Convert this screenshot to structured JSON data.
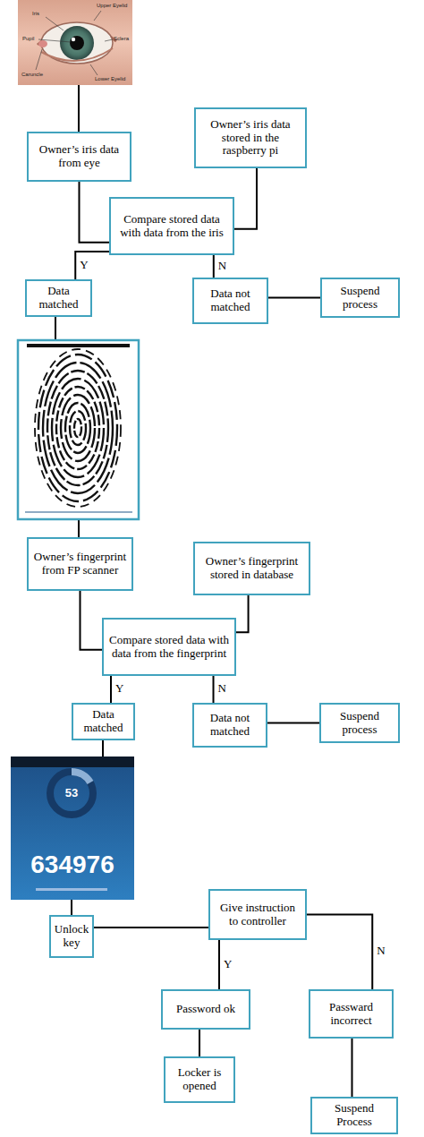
{
  "diagram": {
    "nodes": [
      {
        "text": [
          "Owner’s iris data from eye"
        ]
      },
      {
        "text": [
          "Owner’s iris data stored in the raspberry pi"
        ]
      },
      {
        "text": [
          "Compare stored data with data from the iris"
        ]
      },
      {
        "text": [
          "Data matched"
        ]
      },
      {
        "text": [
          "Data not matched"
        ]
      },
      {
        "text": [
          "Suspend process"
        ]
      },
      {
        "text": [
          "Owner’s fingerprint from FP scanner"
        ]
      },
      {
        "text": [
          "Owner’s fingerprint stored in database"
        ]
      },
      {
        "text": [
          "Compare stored data with data from the fingerprint"
        ]
      },
      {
        "text": [
          "Data matched"
        ]
      },
      {
        "text": [
          "Data not matched"
        ]
      },
      {
        "text": [
          "Suspend process"
        ]
      },
      {
        "text": [
          "Unlock key"
        ]
      },
      {
        "text": [
          "Give instruction to controller"
        ]
      },
      {
        "text": [
          "Password ok"
        ]
      },
      {
        "text": [
          "Passward incorrect"
        ]
      },
      {
        "text": [
          "Locker is opened"
        ]
      },
      {
        "text": [
          "Suspend Process"
        ]
      }
    ],
    "edges": [
      {
        "from": 0,
        "to": 2,
        "arrow": "none"
      },
      {
        "from": 1,
        "to": 2,
        "arrow": "none"
      },
      {
        "from": 2,
        "to": 3,
        "label": "Y",
        "arrow": "none"
      },
      {
        "from": 2,
        "to": 4,
        "label": "N",
        "arrow": "none"
      },
      {
        "from": 4,
        "to": 5,
        "arrow": "none"
      },
      {
        "from": 6,
        "to": 8,
        "arrow": "none"
      },
      {
        "from": 7,
        "to": 8,
        "arrow": "none"
      },
      {
        "from": 8,
        "to": 9,
        "label": "Y",
        "arrow": "none"
      },
      {
        "from": 8,
        "to": 10,
        "label": "N",
        "arrow": "none"
      },
      {
        "from": 10,
        "to": 11,
        "arrow": "none"
      },
      {
        "from": 12,
        "to": 13,
        "arrow": "none"
      },
      {
        "from": 13,
        "to": 14,
        "label": "Y",
        "arrow": "none"
      },
      {
        "from": 13,
        "to": 15,
        "label": "N",
        "arrow": "none"
      },
      {
        "from": 14,
        "to": 16,
        "arrow": "none"
      },
      {
        "from": 15,
        "to": 17,
        "arrow": "none"
      }
    ],
    "labels": [
      "Iris",
      "Upper Eyelid",
      "Pupil",
      "Sclera",
      "Caruncle",
      "Lower Eyelid",
      "53",
      "634976"
    ]
  }
}
